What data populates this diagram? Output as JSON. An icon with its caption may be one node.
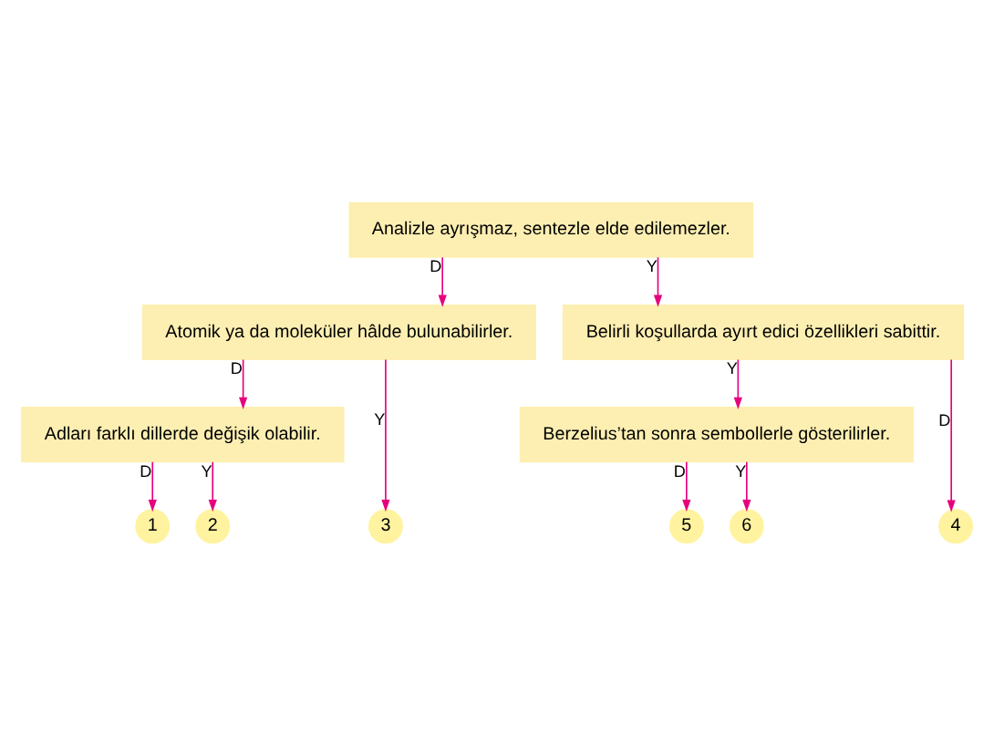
{
  "diagram": {
    "nodes": [
      {
        "text": [
          "Analizle ayrışmaz, sentezle elde edilemezler."
        ]
      },
      {
        "text": [
          "Atomik ya da moleküler hâlde bulunabilirler."
        ]
      },
      {
        "text": [
          "Belirli koşullarda ayırt edici özellikleri sabittir."
        ]
      },
      {
        "text": [
          "Adları farklı dillerde değişik olabilir."
        ]
      },
      {
        "text": [
          "Berzelius’tan sonra sembollerle gösterilirler."
        ]
      },
      {
        "text": [
          "1"
        ]
      },
      {
        "text": [
          "2"
        ]
      },
      {
        "text": [
          "3"
        ]
      },
      {
        "text": [
          "4"
        ]
      },
      {
        "text": [
          "5"
        ]
      },
      {
        "text": [
          "6"
        ]
      }
    ],
    "edges": [
      {
        "from": 0,
        "to": 1,
        "arrow": "to",
        "label": "D"
      },
      {
        "from": 0,
        "to": 2,
        "arrow": "to",
        "label": "Y"
      },
      {
        "from": 1,
        "to": 3,
        "arrow": "to",
        "label": "D"
      },
      {
        "from": 1,
        "to": 7,
        "arrow": "to",
        "label": "Y"
      },
      {
        "from": 2,
        "to": 8,
        "arrow": "to",
        "label": "D"
      },
      {
        "from": 2,
        "to": 4,
        "arrow": "to",
        "label": "Y"
      },
      {
        "from": 3,
        "to": 5,
        "arrow": "to",
        "label": "D"
      },
      {
        "from": 3,
        "to": 6,
        "arrow": "to",
        "label": "Y"
      },
      {
        "from": 4,
        "to": 9,
        "arrow": "to",
        "label": "D"
      },
      {
        "from": 4,
        "to": 10,
        "arrow": "to",
        "label": "Y"
      }
    ]
  }
}
